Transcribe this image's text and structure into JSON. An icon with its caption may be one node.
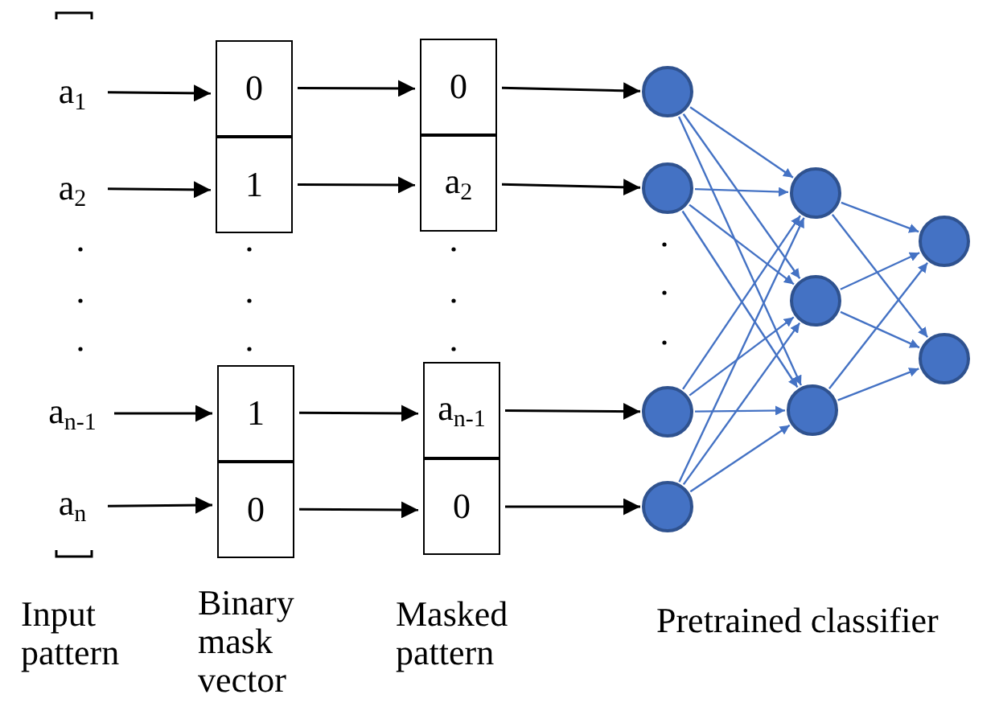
{
  "diagram": {
    "nodes": [
      {
        "text": [
          "a$_{1}$"
        ]
      },
      {
        "text": [
          "a$_{2}$"
        ]
      },
      {
        "text": [
          "a$_{n-1}$"
        ]
      },
      {
        "text": [
          "a$_{n}$"
        ]
      },
      {
        "text": [
          "0"
        ]
      },
      {
        "text": [
          "1"
        ]
      },
      {
        "text": [
          "1"
        ]
      },
      {
        "text": [
          "0"
        ]
      },
      {
        "text": [
          "0"
        ]
      },
      {
        "text": [
          "a$_{2}$"
        ]
      },
      {
        "text": [
          "a$_{n-1}$"
        ]
      },
      {
        "text": [
          "0"
        ]
      },
      {
        "text": [],
        "shape": "circle"
      },
      {
        "text": [],
        "shape": "circle"
      },
      {
        "text": [],
        "shape": "circle"
      },
      {
        "text": [],
        "shape": "circle"
      },
      {
        "text": [],
        "shape": "circle"
      },
      {
        "text": [],
        "shape": "circle"
      },
      {
        "text": [],
        "shape": "circle"
      },
      {
        "text": [],
        "shape": "circle"
      },
      {
        "text": [],
        "shape": "circle"
      }
    ],
    "edges": [
      {
        "from": 0,
        "to": 4,
        "arrow": "to",
        "color": "#000000"
      },
      {
        "from": 1,
        "to": 5,
        "arrow": "to",
        "color": "#000000"
      },
      {
        "from": 2,
        "to": 6,
        "arrow": "to",
        "color": "#000000"
      },
      {
        "from": 3,
        "to": 7,
        "arrow": "to",
        "color": "#000000"
      },
      {
        "from": 4,
        "to": 8,
        "arrow": "to",
        "color": "#000000"
      },
      {
        "from": 5,
        "to": 9,
        "arrow": "to",
        "color": "#000000"
      },
      {
        "from": 6,
        "to": 10,
        "arrow": "to",
        "color": "#000000"
      },
      {
        "from": 7,
        "to": 11,
        "arrow": "to",
        "color": "#000000"
      },
      {
        "from": 8,
        "to": 12,
        "arrow": "to",
        "color": "#000000"
      },
      {
        "from": 9,
        "to": 13,
        "arrow": "to",
        "color": "#000000"
      },
      {
        "from": 10,
        "to": 14,
        "arrow": "to",
        "color": "#000000"
      },
      {
        "from": 11,
        "to": 15,
        "arrow": "to",
        "color": "#000000"
      },
      {
        "from": 12,
        "to": 16,
        "arrow": "to"
      },
      {
        "from": 12,
        "to": 17,
        "arrow": "to"
      },
      {
        "from": 12,
        "to": 18,
        "arrow": "to"
      },
      {
        "from": 13,
        "to": 16,
        "arrow": "to"
      },
      {
        "from": 13,
        "to": 17,
        "arrow": "to"
      },
      {
        "from": 13,
        "to": 18,
        "arrow": "to"
      },
      {
        "from": 14,
        "to": 16,
        "arrow": "to"
      },
      {
        "from": 14,
        "to": 17,
        "arrow": "to"
      },
      {
        "from": 14,
        "to": 18,
        "arrow": "to"
      },
      {
        "from": 15,
        "to": 16,
        "arrow": "to"
      },
      {
        "from": 15,
        "to": 17,
        "arrow": "to"
      },
      {
        "from": 15,
        "to": 18,
        "arrow": "to"
      },
      {
        "from": 16,
        "to": 19,
        "arrow": "to"
      },
      {
        "from": 16,
        "to": 20,
        "arrow": "to"
      },
      {
        "from": 17,
        "to": 19,
        "arrow": "to"
      },
      {
        "from": 17,
        "to": 20,
        "arrow": "to"
      },
      {
        "from": 18,
        "to": 19,
        "arrow": "to"
      },
      {
        "from": 18,
        "to": 20,
        "arrow": "to"
      }
    ],
    "labels": [
      "Input pattern",
      "Binary mask vector",
      "Masked pattern",
      "Pretrained classifier"
    ]
  }
}
